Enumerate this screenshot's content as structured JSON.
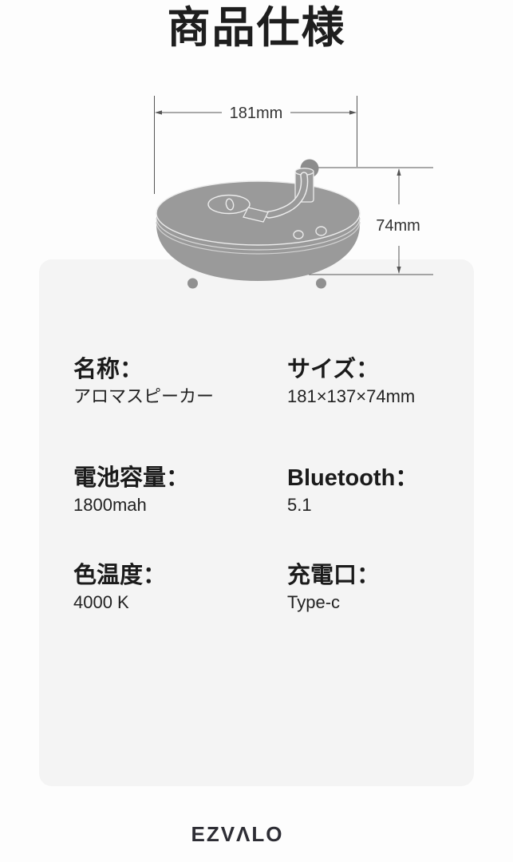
{
  "page": {
    "title": "商品仕様"
  },
  "diagram": {
    "subject": "turntable-style-aroma-speaker",
    "width_label": "181mm",
    "height_label": "74mm"
  },
  "specs": {
    "items": [
      {
        "label": "名称：",
        "value": "アロマスピーカー"
      },
      {
        "label": "サイズ：",
        "value": "181×137×74mm"
      },
      {
        "label": "電池容量：",
        "value": "1800mah"
      },
      {
        "label": "Bluetooth：",
        "value": "5.1"
      },
      {
        "label": "色温度：",
        "value": "4000 K"
      },
      {
        "label": "充電口：",
        "value": "Type-c"
      }
    ]
  },
  "footer": {
    "logo": "EZVΛLO"
  },
  "colors": {
    "panel": "#f4f4f4",
    "illustration_gray": "#9a9a9a",
    "illustration_outline": "#ececec",
    "dimension_line": "#555555",
    "title_text": "#1e1e1e"
  }
}
